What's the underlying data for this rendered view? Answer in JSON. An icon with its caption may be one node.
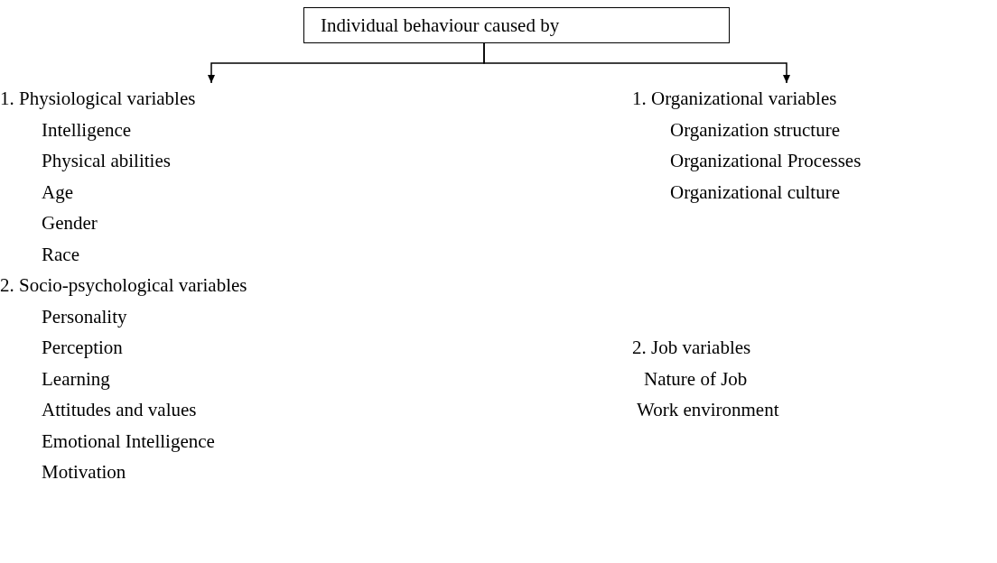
{
  "diagram": {
    "nodes": [
      {
        "text": [
          "Individual behaviour caused by"
        ]
      },
      {
        "text": [
          "1. Physiological variables",
          "Intelligence",
          "Physical abilities",
          "Age",
          "Gender",
          "Race",
          "2. Socio-psychological variables",
          "Personality",
          "Perception",
          "Learning",
          "Attitudes and values",
          "Emotional Intelligence",
          "Motivation"
        ]
      },
      {
        "text": [
          "1. Organizational variables",
          "Organization structure",
          "Organizational Processes",
          "Organizational culture",
          "2. Job variables",
          "Nature of Job",
          "Work environment"
        ]
      }
    ],
    "edges": [
      {
        "from": 0,
        "to": 1,
        "arrow": "to"
      },
      {
        "from": 0,
        "to": 2,
        "arrow": "to"
      }
    ]
  }
}
